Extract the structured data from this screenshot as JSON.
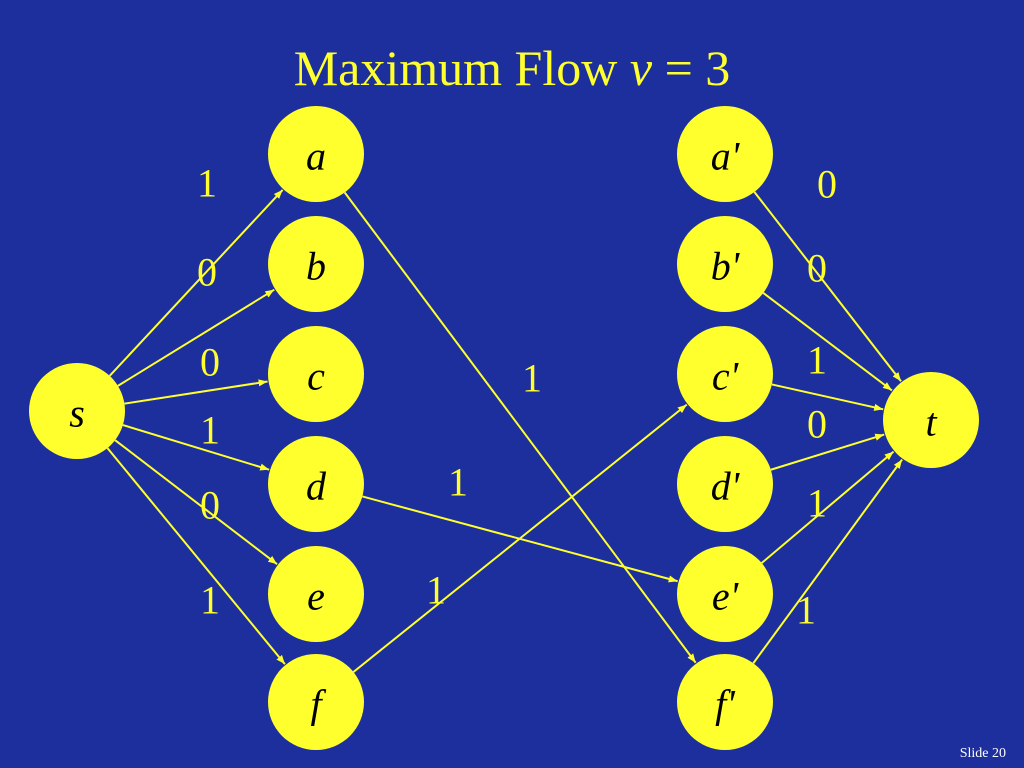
{
  "title": {
    "text": "Maximum Flow ",
    "variable": "v",
    "value": " = 3"
  },
  "slide_number": "Slide 20",
  "colors": {
    "background": "#1c2f9c",
    "node": "#ffff2e",
    "edge": "#ffff2e",
    "node_text": "#000000"
  },
  "nodes": [
    {
      "id": "s",
      "label": "s"
    },
    {
      "id": "a",
      "label": "a"
    },
    {
      "id": "b",
      "label": "b"
    },
    {
      "id": "c",
      "label": "c"
    },
    {
      "id": "d",
      "label": "d"
    },
    {
      "id": "e",
      "label": "e"
    },
    {
      "id": "f",
      "label": "f"
    },
    {
      "id": "a2",
      "label": "a'"
    },
    {
      "id": "b2",
      "label": "b'"
    },
    {
      "id": "c2",
      "label": "c'"
    },
    {
      "id": "d2",
      "label": "d'"
    },
    {
      "id": "e2",
      "label": "e'"
    },
    {
      "id": "f2",
      "label": "f'"
    },
    {
      "id": "t",
      "label": "t"
    }
  ],
  "edges": [
    {
      "from": "s",
      "to": "a",
      "flow": "1"
    },
    {
      "from": "s",
      "to": "b",
      "flow": "0"
    },
    {
      "from": "s",
      "to": "c",
      "flow": "0"
    },
    {
      "from": "s",
      "to": "d",
      "flow": "1"
    },
    {
      "from": "s",
      "to": "e",
      "flow": "0"
    },
    {
      "from": "s",
      "to": "f",
      "flow": "1"
    },
    {
      "from": "a",
      "to": "f2",
      "flow": "1"
    },
    {
      "from": "d",
      "to": "e2",
      "flow": "1"
    },
    {
      "from": "f",
      "to": "c2",
      "flow": "1"
    },
    {
      "from": "a2",
      "to": "t",
      "flow": "0"
    },
    {
      "from": "b2",
      "to": "t",
      "flow": "0"
    },
    {
      "from": "c2",
      "to": "t",
      "flow": "1"
    },
    {
      "from": "d2",
      "to": "t",
      "flow": "0"
    },
    {
      "from": "e2",
      "to": "t",
      "flow": "1"
    },
    {
      "from": "f2",
      "to": "t",
      "flow": "1"
    }
  ]
}
